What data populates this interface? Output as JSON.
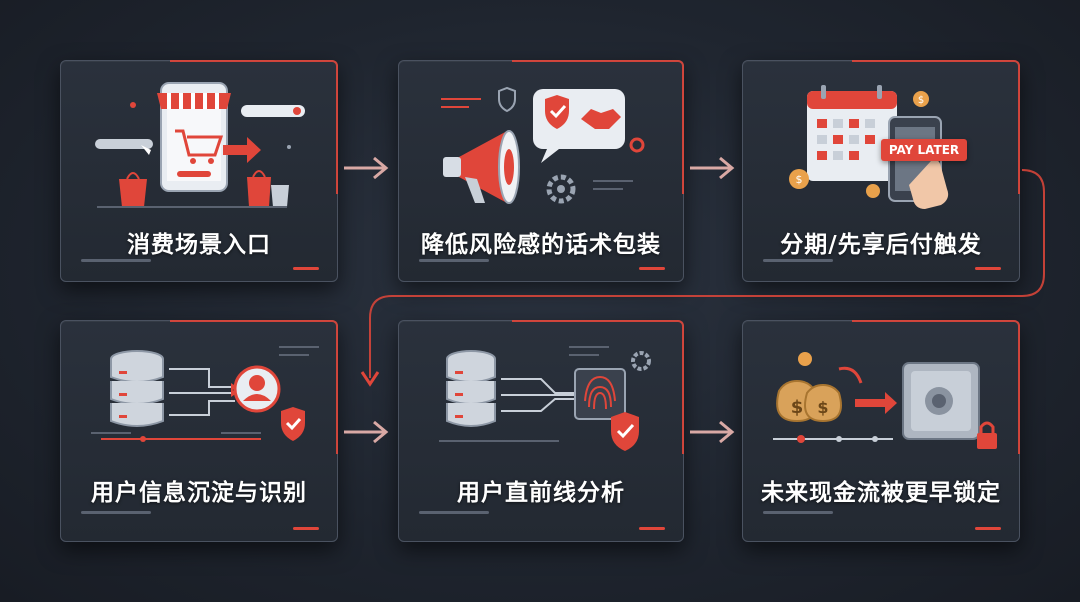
{
  "steps": [
    {
      "label": "消费场景入口"
    },
    {
      "label": "降低风险感的话术包装"
    },
    {
      "label": "分期/先享后付触发"
    },
    {
      "label": "用户信息沉淀与识别"
    },
    {
      "label": "用户直前线分析"
    },
    {
      "label": "未来现金流被更早锁定"
    }
  ],
  "badge": {
    "pay_later": "PAY LATER"
  },
  "colors": {
    "accent": "#e0463a",
    "card": "#262c36",
    "background": "#1f252f"
  }
}
